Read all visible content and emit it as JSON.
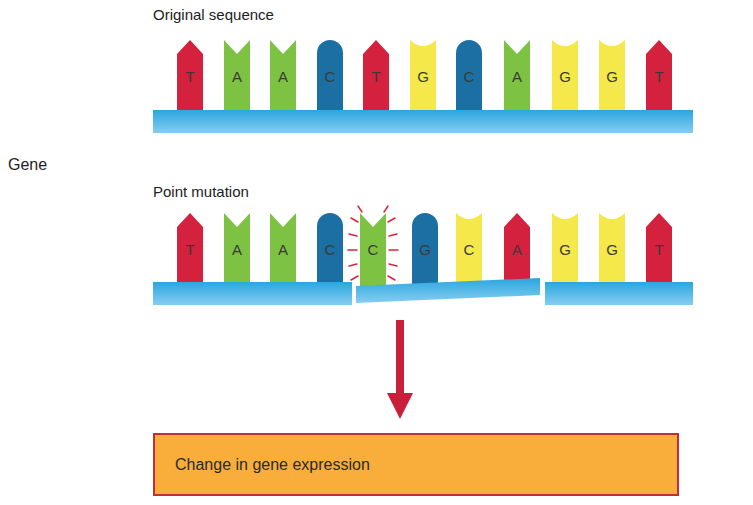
{
  "diagram": {
    "nodes": [
      {
        "text": [
          "Original sequence"
        ]
      },
      {
        "text": [
          "T"
        ],
        "in": 0
      },
      {
        "text": [
          "A"
        ],
        "in": 0
      },
      {
        "text": [
          "A"
        ],
        "in": 0
      },
      {
        "text": [
          "C"
        ],
        "in": 0
      },
      {
        "text": [
          "T"
        ],
        "in": 0
      },
      {
        "text": [
          "G"
        ],
        "in": 0
      },
      {
        "text": [
          "C"
        ],
        "in": 0
      },
      {
        "text": [
          "A"
        ],
        "in": 0
      },
      {
        "text": [
          "G"
        ],
        "in": 0
      },
      {
        "text": [
          "G"
        ],
        "in": 0
      },
      {
        "text": [
          "T"
        ],
        "in": 0
      },
      {
        "text": [
          "Point mutation"
        ]
      },
      {
        "text": [
          "T"
        ],
        "in": 12
      },
      {
        "text": [
          "A"
        ],
        "in": 12
      },
      {
        "text": [
          "A"
        ],
        "in": 12
      },
      {
        "text": [
          "C"
        ],
        "in": 12
      },
      {
        "text": [
          "C"
        ],
        "in": 12
      },
      {
        "text": [
          "G"
        ],
        "in": 12
      },
      {
        "text": [
          "C"
        ],
        "in": 12
      },
      {
        "text": [
          "A"
        ],
        "in": 12
      },
      {
        "text": [
          "G"
        ],
        "in": 12
      },
      {
        "text": [
          "G"
        ],
        "in": 12
      },
      {
        "text": [
          "T"
        ],
        "in": 12
      },
      {
        "text": [
          "Change in gene expression"
        ]
      }
    ],
    "edges": [
      {
        "from": 12,
        "to": 24,
        "arrow": "to"
      }
    ],
    "labels": [
      "Gene"
    ]
  }
}
